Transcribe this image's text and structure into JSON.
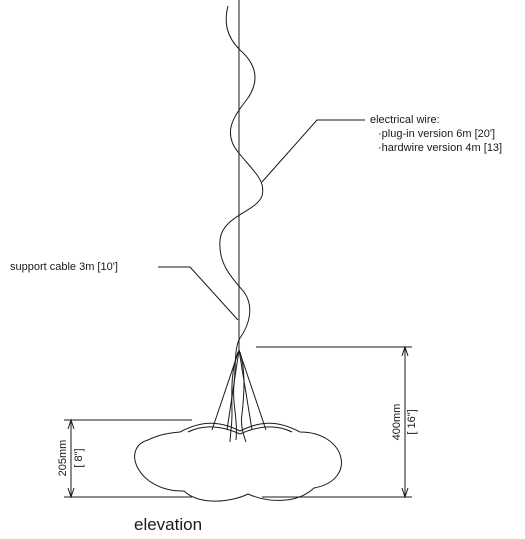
{
  "labels": {
    "electrical_wire_title": "electrical wire:",
    "plugin_version": "·plug-in version 6m [20']",
    "hardwire_version": "·hardwire version 4m [13]",
    "support_cable": "support cable 3m [10']",
    "overall_height_mm": "400mm",
    "overall_height_in": "[ 16\"]",
    "shade_height_mm": "205mm",
    "shade_height_in": "[ 8\"]",
    "view_title": "elevation"
  },
  "colors": {
    "line": "#1a1a1a",
    "background": "#ffffff"
  }
}
